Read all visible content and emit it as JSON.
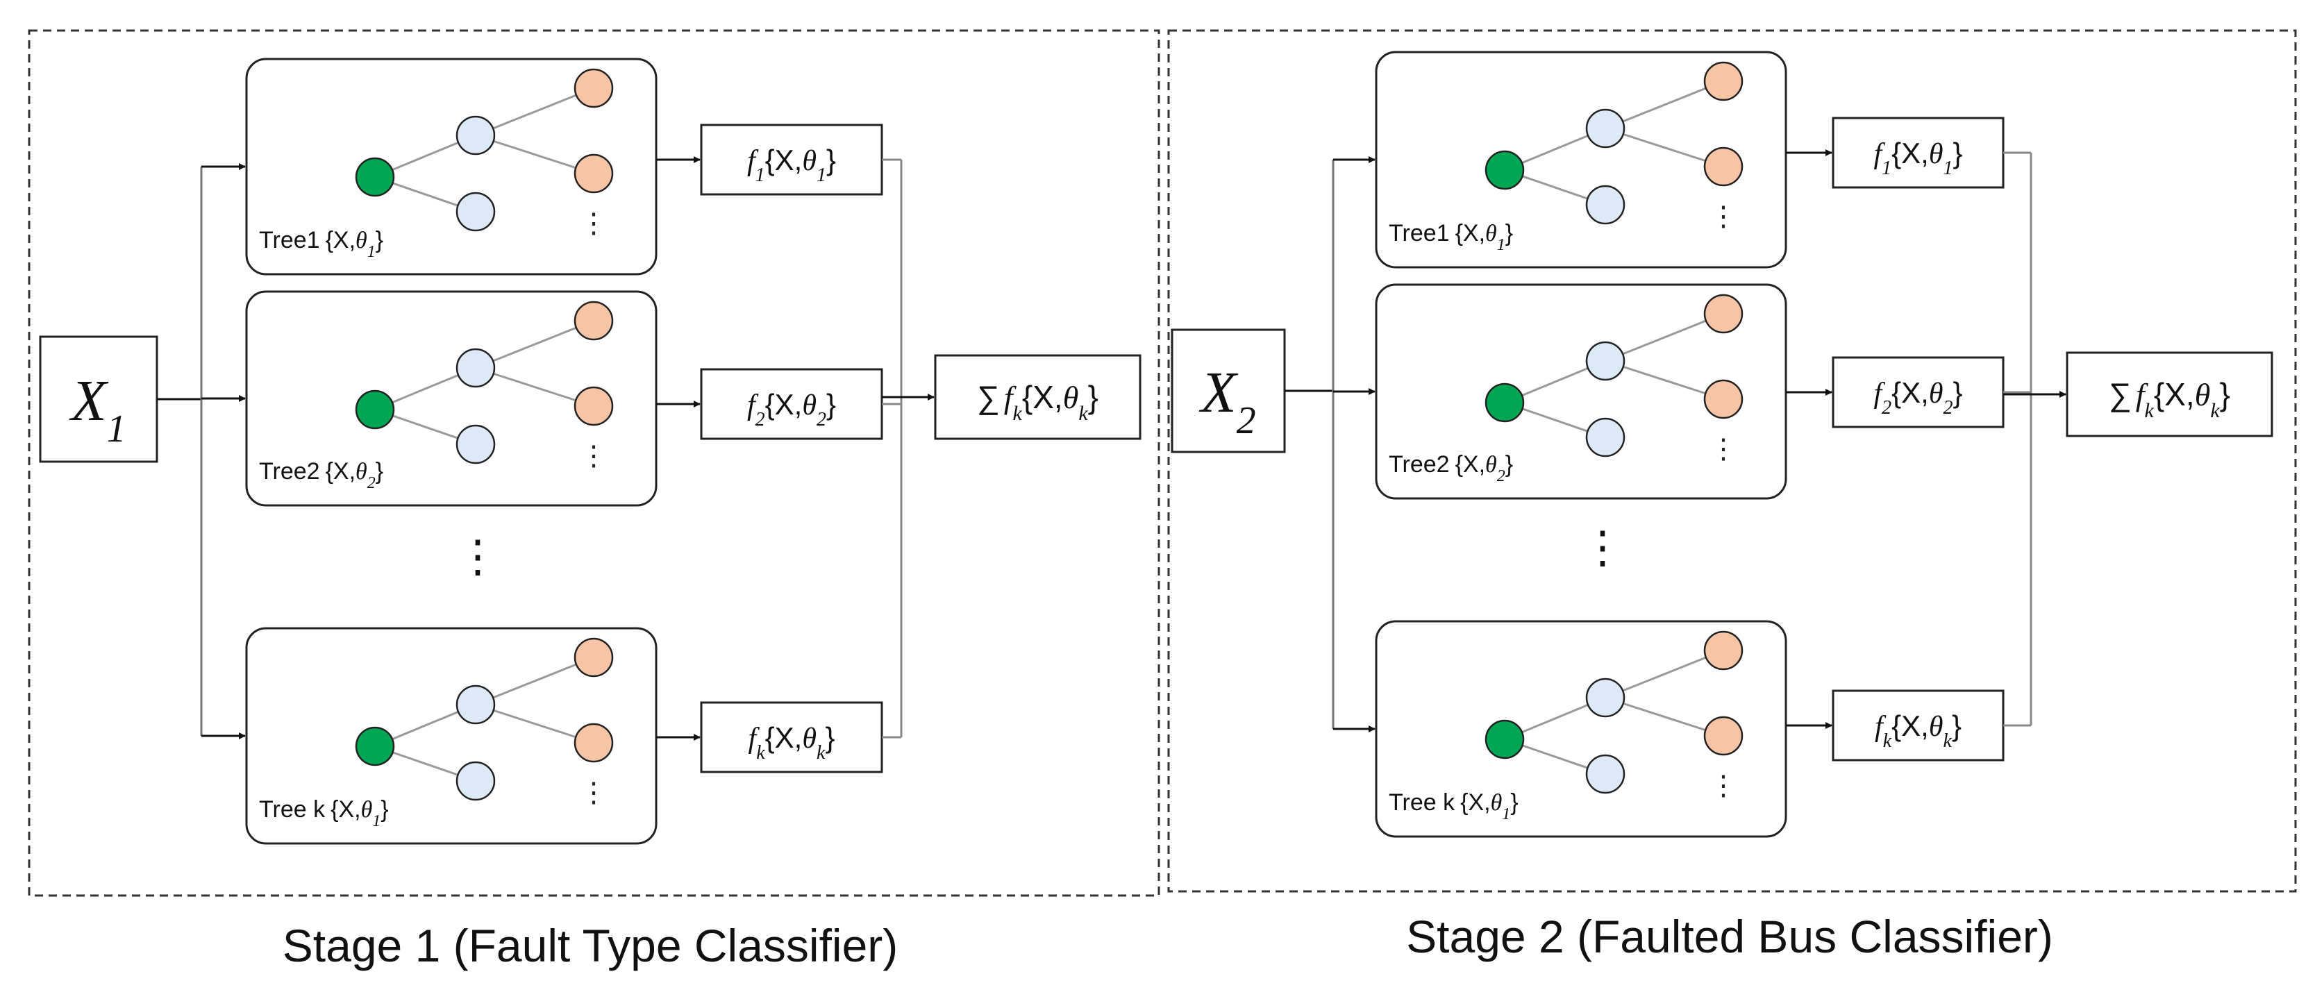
{
  "stages": [
    {
      "input_var": "X",
      "input_sub": "1",
      "caption": "Stage 1 (Fault Type Classifier)",
      "trees": [
        {
          "label": "Tree1",
          "param_sub": "1"
        },
        {
          "label": "Tree2",
          "param_sub": "2"
        },
        {
          "label": "Tree k",
          "param_sub": "1"
        }
      ],
      "outputs": [
        {
          "fn_sub": "1",
          "param_sub": "1"
        },
        {
          "fn_sub": "2",
          "param_sub": "2"
        },
        {
          "fn_sub": "k",
          "param_sub": "k"
        }
      ],
      "sum": {
        "symbol": "∑",
        "fn_sub": "k",
        "param_sub": "k"
      }
    },
    {
      "input_var": "X",
      "input_sub": "2",
      "caption": "Stage 2 (Faulted Bus Classifier)",
      "trees": [
        {
          "label": "Tree1",
          "param_sub": "1"
        },
        {
          "label": "Tree2",
          "param_sub": "2"
        },
        {
          "label": "Tree k",
          "param_sub": "1"
        }
      ],
      "outputs": [
        {
          "fn_sub": "1",
          "param_sub": "1"
        },
        {
          "fn_sub": "2",
          "param_sub": "2"
        },
        {
          "fn_sub": "k",
          "param_sub": "k"
        }
      ],
      "sum": {
        "symbol": "∑",
        "fn_sub": "k",
        "param_sub": "k"
      }
    }
  ],
  "ellipsis": "⋮",
  "param_open": "{X,",
  "param_close": "}",
  "theta": "θ",
  "fn": "f",
  "colors": {
    "root": "#00a651",
    "inner": "#dce9f7",
    "leaf": "#f7c4a5",
    "stroke": "#222222",
    "line": "#999999"
  }
}
